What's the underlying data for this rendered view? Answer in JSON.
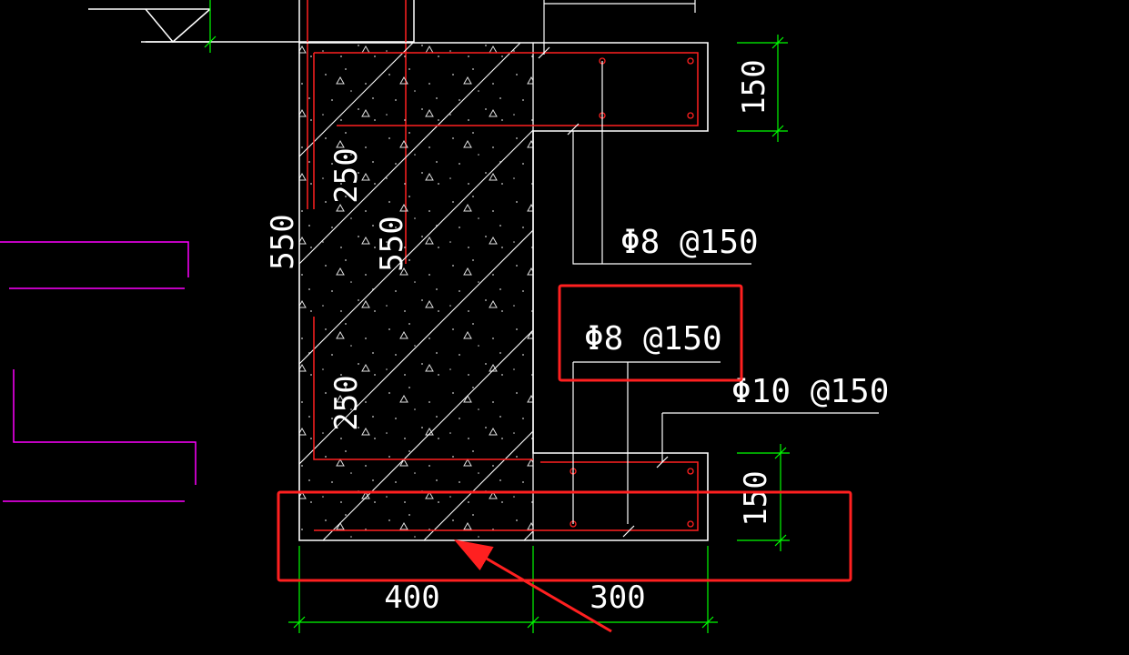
{
  "drawing": {
    "dimensions": {
      "top_flange_thickness": "150",
      "bottom_flange_thickness": "150",
      "wall_height": "550",
      "inner_height": "550",
      "upper_segment": "250",
      "lower_segment": "250",
      "wall_width": "400",
      "flange_width": "300"
    },
    "rebar_labels": {
      "flange_stirrup_upper": "Φ8 @150",
      "flange_stirrup_lower": "Φ8 @150",
      "bottom_bar": "Φ10 @150"
    }
  },
  "colors": {
    "background": "#000000",
    "outline": "#ffffff",
    "rebar": "#ff2020",
    "dimension": "#00ff00",
    "adjacent": "#ff00ff",
    "highlight": "#ff2020"
  }
}
